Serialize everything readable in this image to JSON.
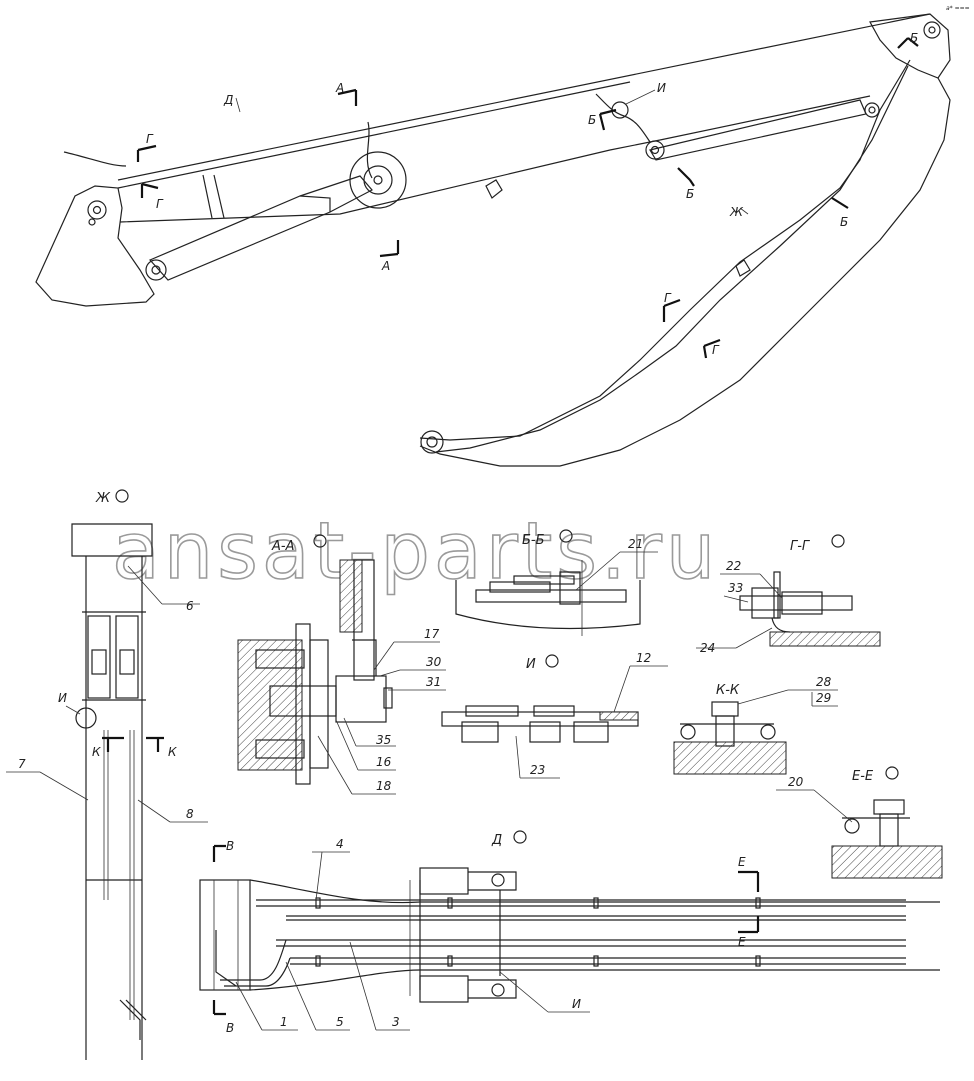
{
  "watermark": "ansat-parts.ru",
  "corner_mark": "а* ===",
  "section_labels": {
    "a": "А",
    "b": "Б",
    "g": "Г",
    "d": "Д",
    "zh": "Ж",
    "i": "И",
    "v": "В",
    "k": "К",
    "e": "Е"
  },
  "view_titles": {
    "zh": "Ж",
    "aa": "А-А",
    "bb": "Б-Б",
    "gg": "Г-Г",
    "i": "И",
    "kk": "К-К",
    "ee": "Е-Е",
    "d": "Д"
  },
  "callouts": [
    "1",
    "3",
    "4",
    "5",
    "6",
    "7",
    "8",
    "12",
    "16",
    "17",
    "18",
    "20",
    "21",
    "22",
    "23",
    "24",
    "28",
    "29",
    "30",
    "31",
    "33",
    "35"
  ]
}
